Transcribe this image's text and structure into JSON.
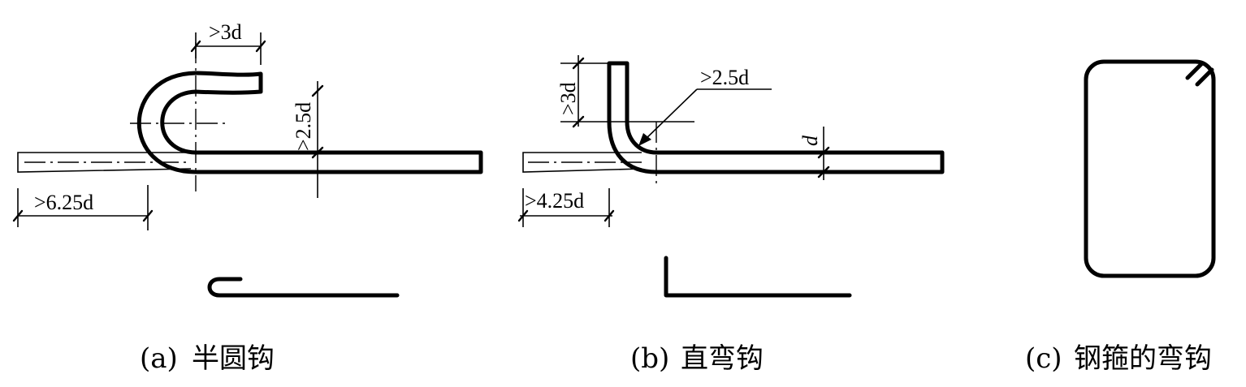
{
  "panel_a": {
    "caption_letter": "(a)",
    "caption_text": "半圆钩",
    "dim_hook_length": ">3d",
    "dim_bend_radius": ">2.5d",
    "dim_total_length": ">6.25d"
  },
  "panel_b": {
    "caption_letter": "(b)",
    "caption_text": "直弯钩",
    "dim_hook_length": ">3d",
    "dim_bend_radius": ">2.5d",
    "dim_bar_diameter": "d",
    "dim_total_length": ">4.25d"
  },
  "panel_c": {
    "caption_letter": "(c)",
    "caption_text": "钢箍的弯钩"
  }
}
